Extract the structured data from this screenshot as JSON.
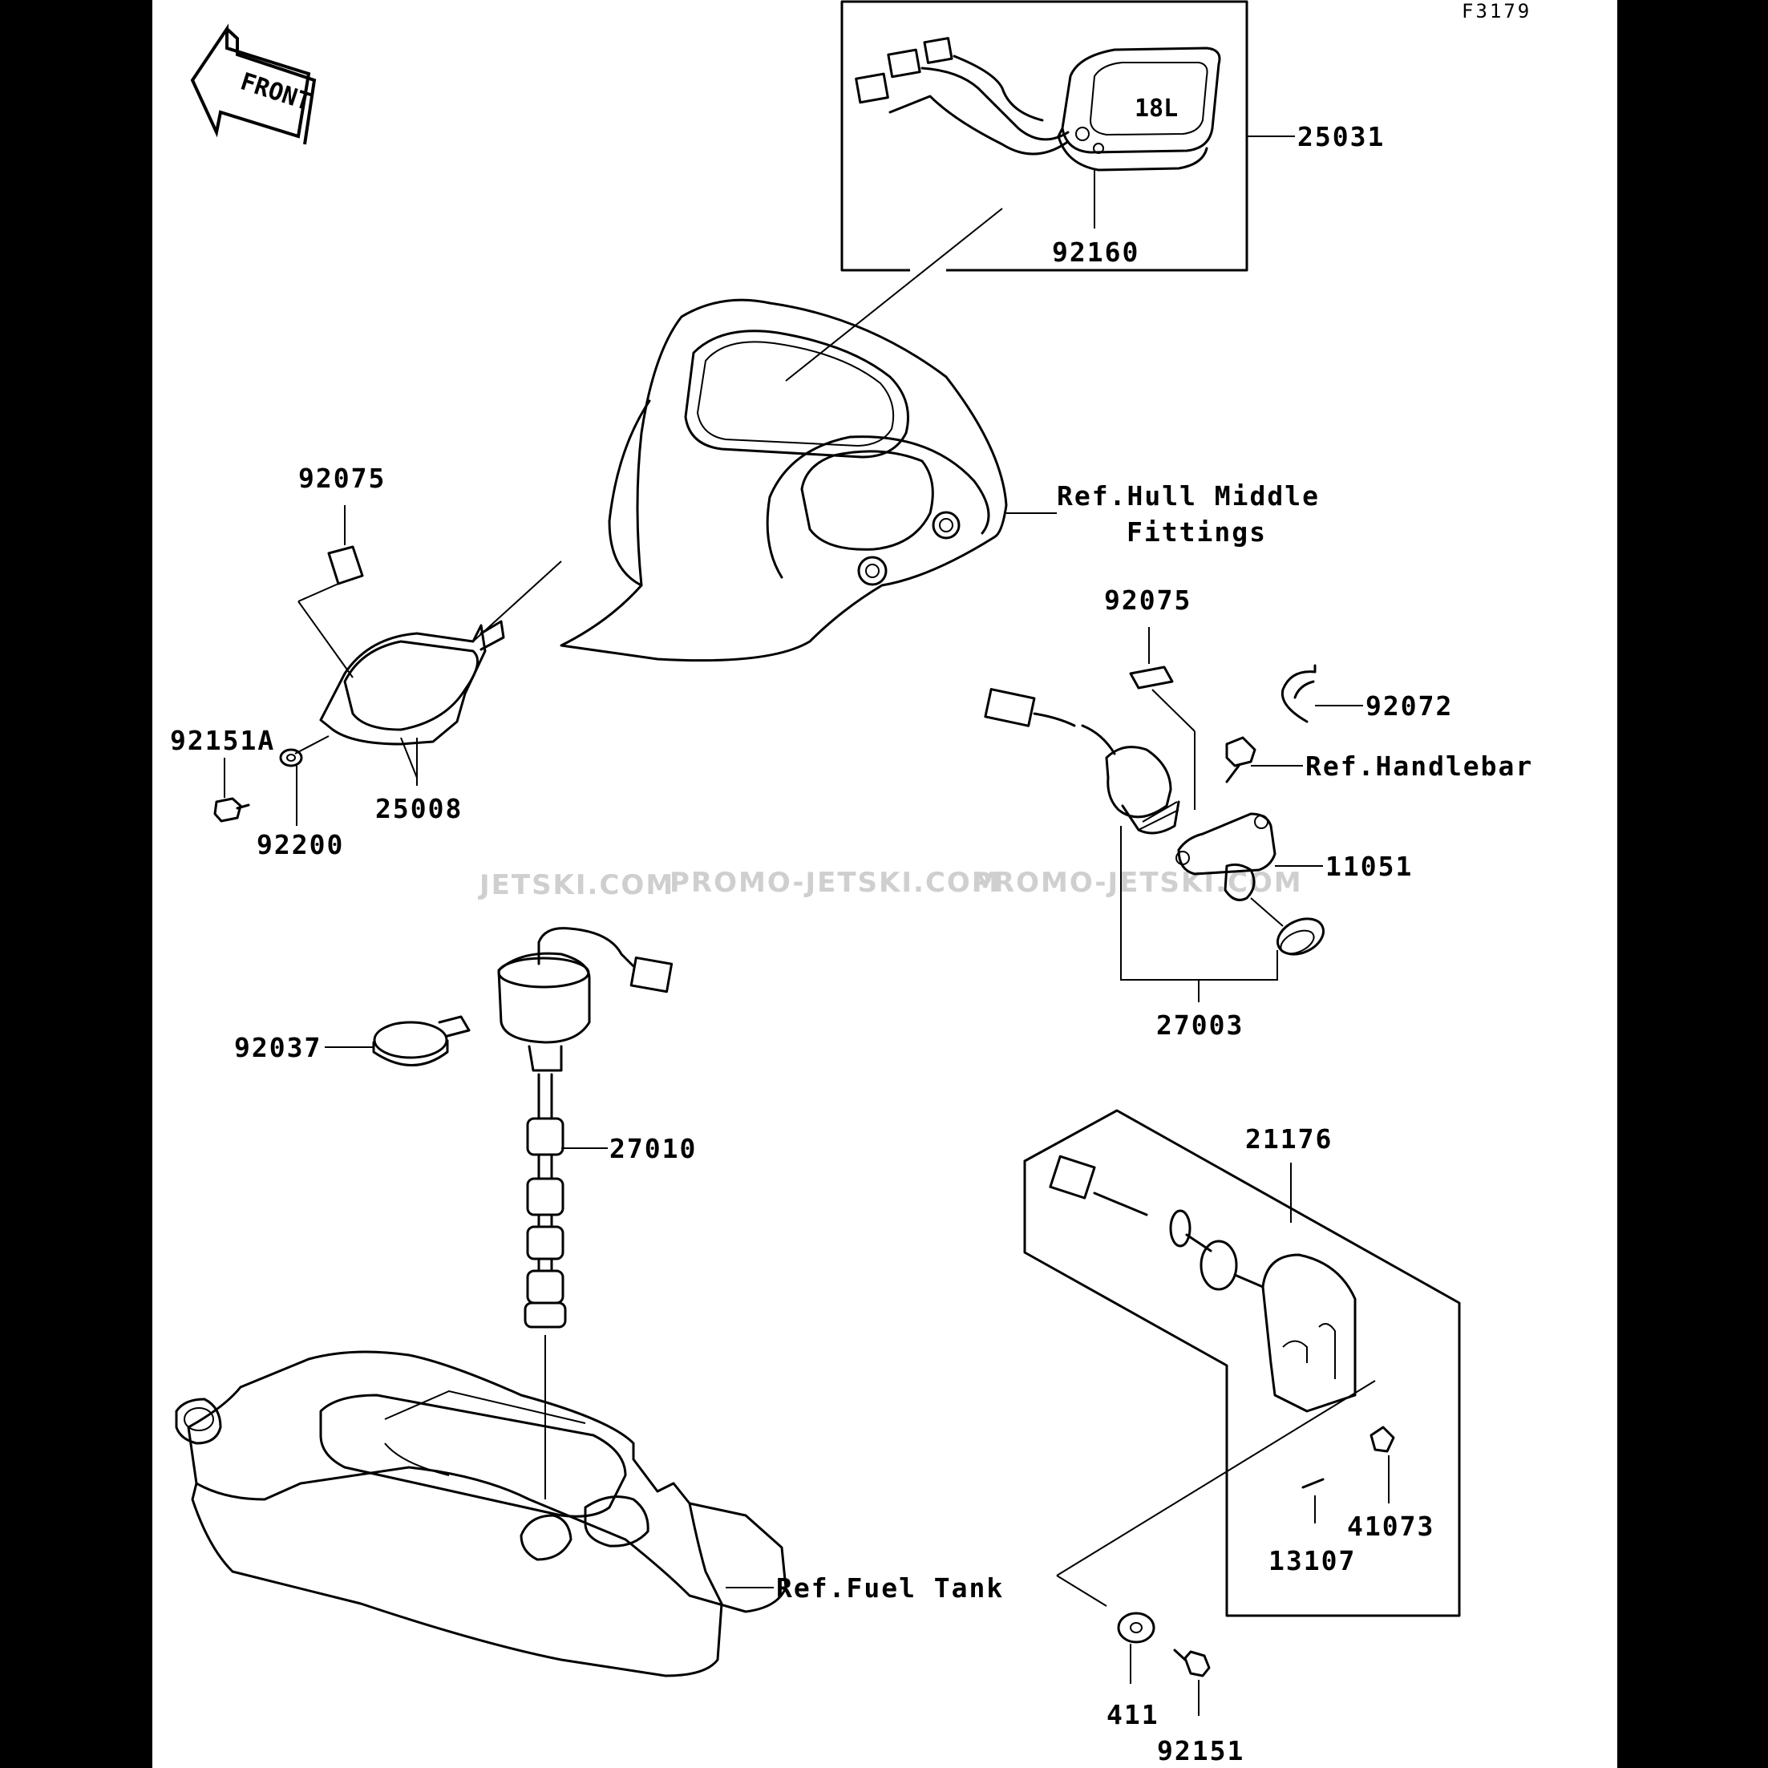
{
  "figure_code": "F3179",
  "front_label": "FRONT",
  "watermark": [
    "JETSKI.COM",
    "PROMO-JETSKI.COM",
    "PROMO-JETSKI.COM"
  ],
  "parts": {
    "p25031": "25031",
    "p92160": "92160",
    "p92075a": "92075",
    "p92075b": "92075",
    "p92151a": "92151A",
    "p92200": "92200",
    "p25008": "25008",
    "p92072": "92072",
    "p11051": "11051",
    "p27003": "27003",
    "p92037": "92037",
    "p27010": "27010",
    "p21176": "21176",
    "p41073": "41073",
    "p13107": "13107",
    "p411": "411",
    "p92151": "92151"
  },
  "refs": {
    "hull_line1": "Ref.Hull Middle",
    "hull_line2": "Fittings",
    "handlebar": "Ref.Handlebar",
    "fuel_tank": "Ref.Fuel Tank"
  },
  "colors": {
    "background": "#000000",
    "sheet": "#ffffff",
    "ink": "#000000",
    "watermark": "#cfcfcf"
  }
}
